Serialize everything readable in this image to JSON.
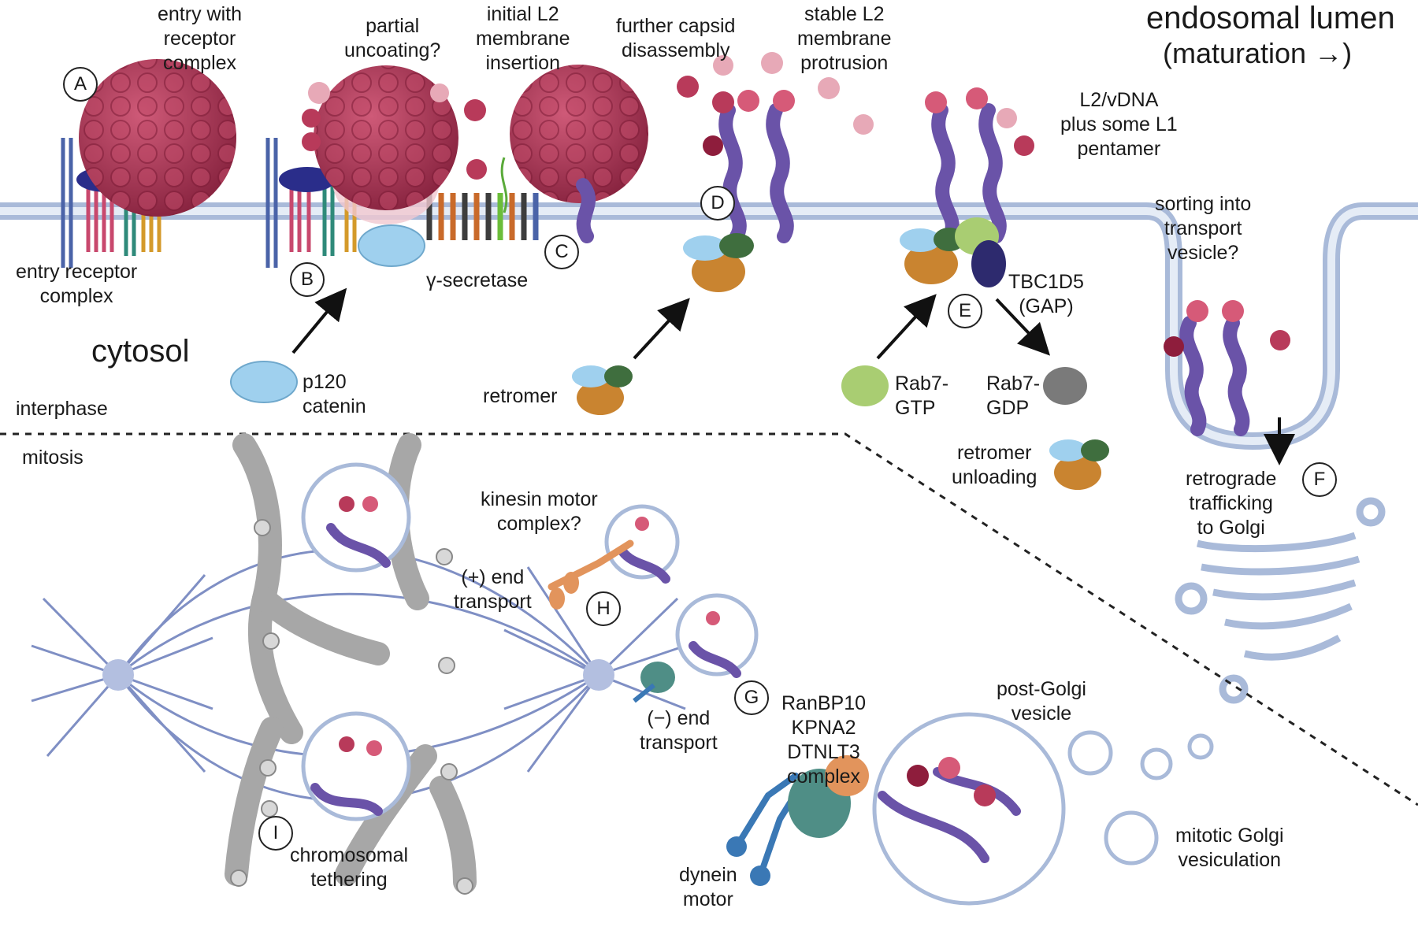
{
  "top_labels": {
    "entry_with_receptor_complex": [
      "entry with",
      "receptor",
      "complex"
    ],
    "partial_uncoating": [
      "partial",
      "uncoating?"
    ],
    "initial_l2_insertion": [
      "initial L2",
      "membrane",
      "insertion"
    ],
    "further_capsid_disassembly": [
      "further capsid",
      "disassembly"
    ],
    "stable_l2_protrusion": [
      "stable L2",
      "membrane",
      "protrusion"
    ],
    "endosomal_lumen": "endosomal lumen",
    "maturation": "(maturation →)"
  },
  "interphase_labels": {
    "l2_vdna": [
      "L2/vDNA",
      "plus some L1",
      "pentamer"
    ],
    "entry_receptor_complex": [
      "entry receptor",
      "complex"
    ],
    "gamma_secretase": "γ-secretase",
    "sorting_vesicle": [
      "sorting into",
      "transport",
      "vesicle?"
    ],
    "tbc1d5": [
      "TBC1D5",
      "(GAP)"
    ],
    "cytosol": "cytosol",
    "p120_catenin": [
      "p120",
      "catenin"
    ],
    "retromer": "retromer",
    "rab7_gtp": [
      "Rab7-",
      "GTP"
    ],
    "rab7_gdp": [
      "Rab7-",
      "GDP"
    ],
    "interphase": "interphase",
    "retromer_unloading": [
      "retromer",
      "unloading"
    ],
    "retrograde_trafficking": [
      "retrograde",
      "trafficking",
      "to Golgi"
    ]
  },
  "mitosis_labels": {
    "mitosis": "mitosis",
    "kinesin": [
      "kinesin motor",
      "complex?"
    ],
    "plus_end": [
      "(+) end",
      "transport"
    ],
    "minus_end": [
      "(−) end",
      "transport"
    ],
    "ranbp10_complex": [
      "RanBP10",
      "KPNA2",
      "DTNLT3",
      "complex"
    ],
    "post_golgi_vesicle": [
      "post-Golgi",
      "vesicle"
    ],
    "mitotic_golgi": [
      "mitotic Golgi",
      "vesiculation"
    ],
    "dynein": [
      "dynein",
      "motor"
    ],
    "chromosomal_tethering": [
      "chromosomal",
      "tethering"
    ]
  },
  "step_markers": [
    "A",
    "B",
    "C",
    "D",
    "E",
    "F",
    "G",
    "H",
    "I"
  ],
  "colors": {
    "capsid": "#a3304f",
    "capsid_light": "#e7a9b7",
    "l2": "#6a53a8",
    "membrane": "#8fa6cf",
    "p120": "#9fd0ee",
    "retromer_orange": "#c98430",
    "retromer_green": "#3f6e3e",
    "rab7_gtp": "#a9cd72",
    "rab7_gdp": "#7a7a7a",
    "chromosome": "#a7a7a7",
    "spindle": "#7f8fc4",
    "dynein": "#3a78b5",
    "kinesin": "#e2945c"
  }
}
